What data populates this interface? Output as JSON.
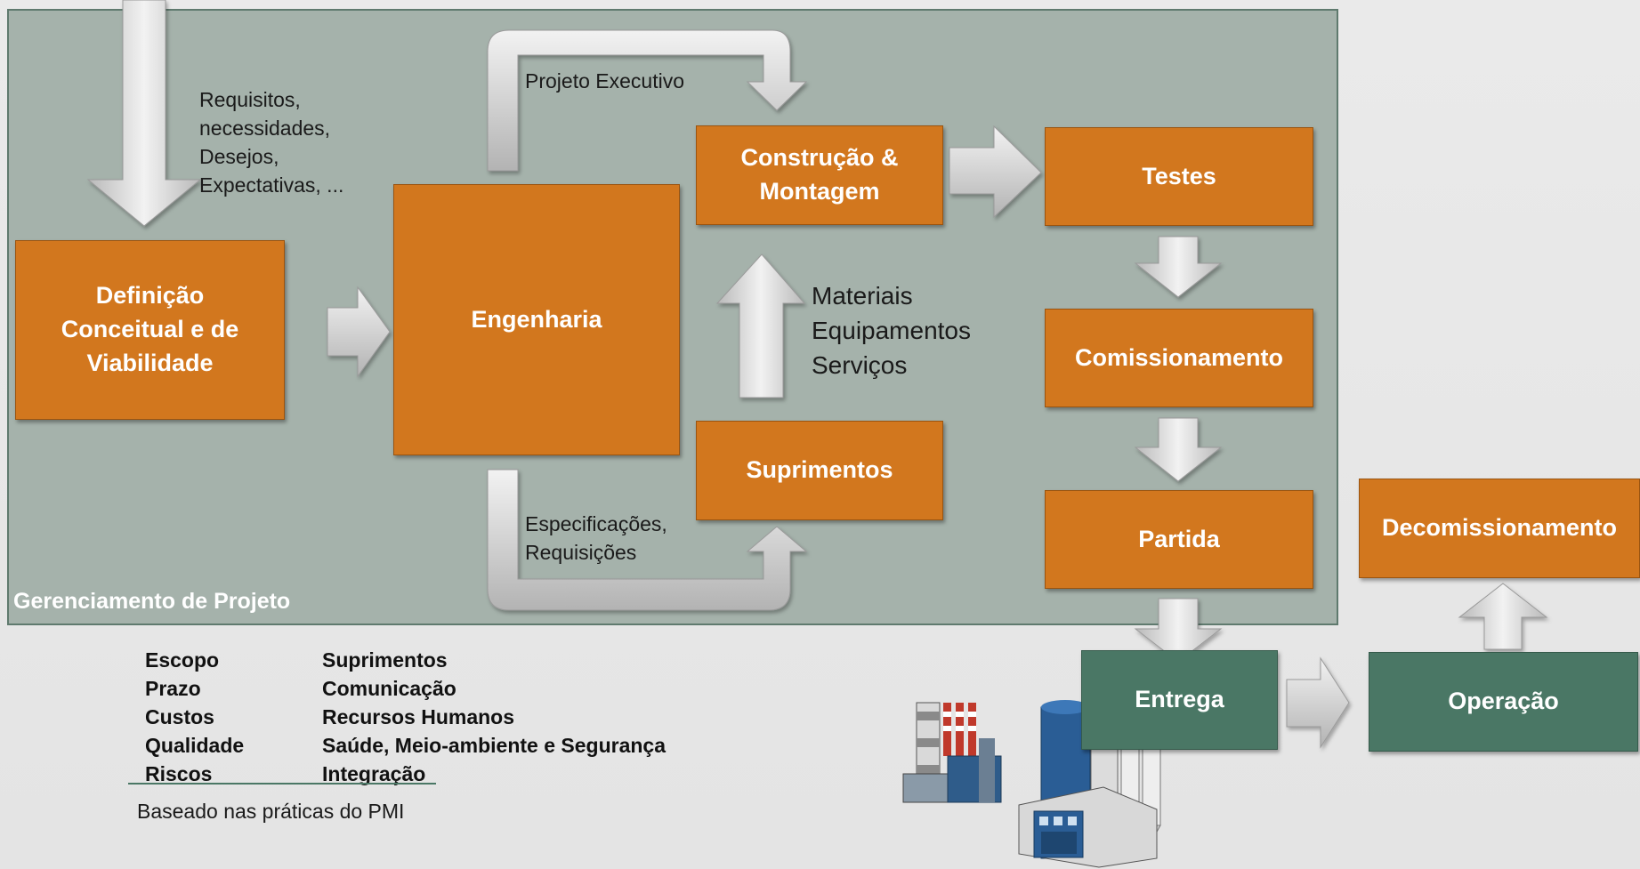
{
  "panel": {
    "label": "Gerenciamento de Projeto"
  },
  "boxes": {
    "definicao": "Definição\nConceitual e de\nViabilidade",
    "engenharia": "Engenharia",
    "construcao": "Construção &\nMontagem",
    "suprimentos": "Suprimentos",
    "testes": "Testes",
    "comissionamento": "Comissionamento",
    "partida": "Partida",
    "decomissionamento": "Decomissionamento",
    "entrega": "Entrega",
    "operacao": "Operação"
  },
  "labels": {
    "requisitos": "Requisitos,\nnecessidades,\nDesejos,\nExpectativas, ...",
    "projeto_executivo": "Projeto Executivo",
    "materiais": "Materiais\nEquipamentos\nServiços",
    "especificacoes": "Especificações,\nRequisições"
  },
  "legend": {
    "col1": [
      "Escopo",
      "Prazo",
      "Custos",
      "Qualidade",
      "Riscos"
    ],
    "col2": [
      "Suprimentos",
      "Comunicação",
      "Recursos Humanos",
      "Saúde, Meio-ambiente e Segurança",
      "Integração"
    ],
    "footnote": "Baseado nas práticas do PMI"
  },
  "colors": {
    "orange_box": "#d2771e",
    "green_box": "#4a7765",
    "panel": "#a5b2ab",
    "arrow": "#cfcfcf"
  },
  "icons": [
    "industrial-plant-icon",
    "factory-building-icon"
  ]
}
